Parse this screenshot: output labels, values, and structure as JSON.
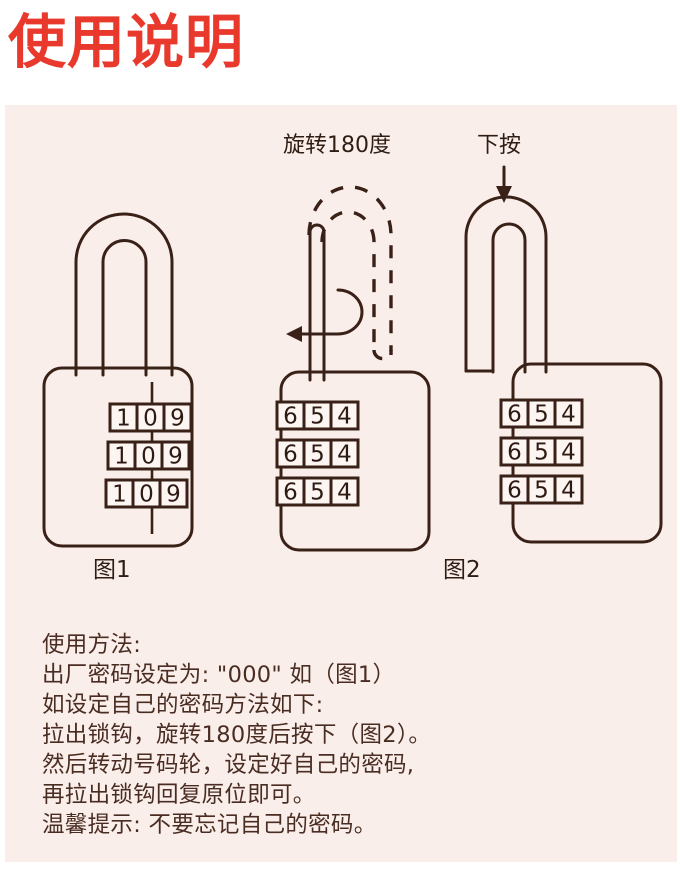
{
  "title": "使用说明",
  "colors": {
    "title_red": "#e8392c",
    "panel_bg": "#faeeeb",
    "page_bg": "#ffffff",
    "line": "#3a2118",
    "text": "#4a2d22"
  },
  "step_labels": [
    {
      "text": "旋转180度",
      "name": "rotate-180-label"
    },
    {
      "text": "下按",
      "name": "press-down-label"
    }
  ],
  "figures": [
    {
      "name": "lock-figure-1",
      "caption": "图1",
      "state": "closed-shackle",
      "dial_rows": [
        [
          "1",
          "0",
          "9"
        ],
        [
          "1",
          "0",
          "9"
        ],
        [
          "1",
          "0",
          "9"
        ]
      ]
    },
    {
      "name": "lock-figure-2",
      "caption": "",
      "state": "shackle-pulled-rotating",
      "dial_rows": [
        [
          "6",
          "5",
          "4"
        ],
        [
          "6",
          "5",
          "4"
        ],
        [
          "6",
          "5",
          "4"
        ]
      ]
    },
    {
      "name": "lock-figure-3",
      "caption": "图2",
      "state": "shackle-pressed-down",
      "dial_rows": [
        [
          "6",
          "5",
          "4"
        ],
        [
          "6",
          "5",
          "4"
        ],
        [
          "6",
          "5",
          "4"
        ]
      ]
    }
  ],
  "instructions": {
    "lines": [
      "使用方法:",
      "出厂密码设定为: \"000\" 如（图1）",
      "如设定自己的密码方法如下:",
      "拉出锁钩，旋转180度后按下（图2）。",
      "然后转动号码轮，设定好自己的密码,",
      "再拉出锁钩回复原位即可。",
      "温馨提示: 不要忘记自己的密码。"
    ]
  }
}
